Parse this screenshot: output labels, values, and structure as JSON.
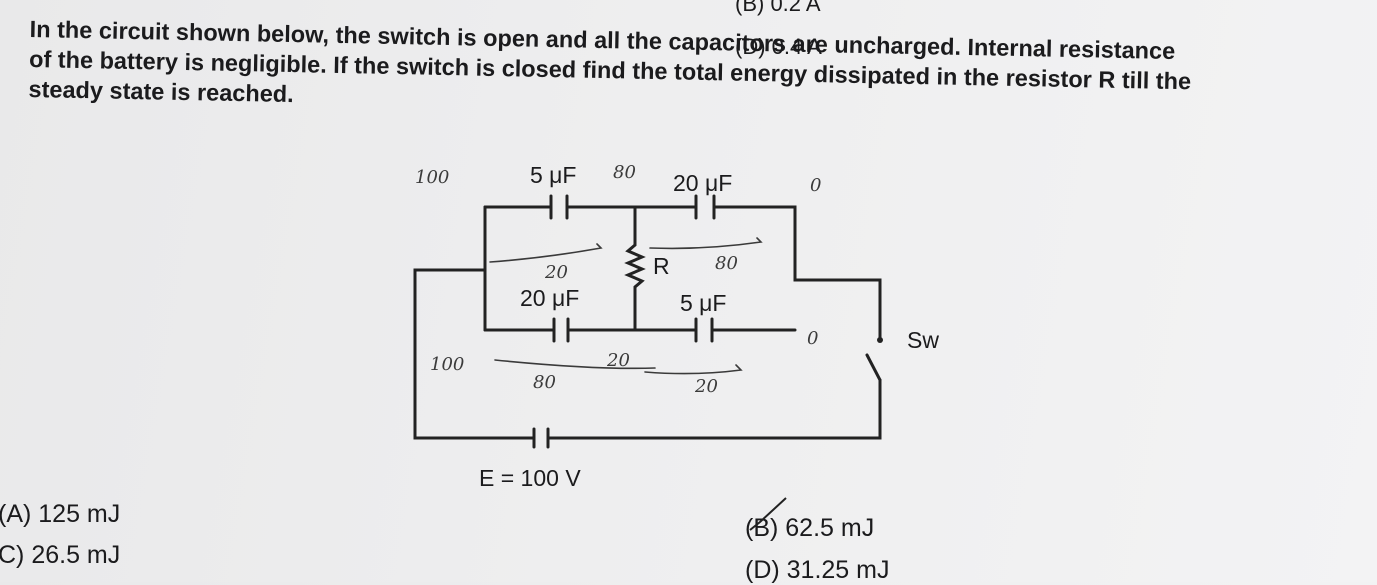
{
  "top_options": {
    "b": "(B) 0.2 A",
    "d": "(D) 0.4 A"
  },
  "question": {
    "line1": "In the circuit shown below, the switch is open and all the capacitors are uncharged. Internal resistance",
    "line2": "of the battery is negligible. If the switch is closed find the total energy dissipated in the resistor R till the",
    "line3": "steady state is reached."
  },
  "circuit": {
    "cap_top_left": "5 μF",
    "cap_top_right": "20 μF",
    "cap_mid_left": "20 μF",
    "cap_mid_right": "5 μF",
    "resistor": "R",
    "battery": "E = 100 V",
    "switch": "Sw"
  },
  "handwriting": {
    "n1": "100",
    "n2": "100",
    "n3": "80",
    "n4": "20",
    "n5": "20",
    "n6": "80",
    "n7": "80",
    "n8": "20",
    "n9": "0",
    "n10": "0"
  },
  "answers": {
    "a": "(A) 125 mJ",
    "b": "(B) 62.5 mJ",
    "c": "C) 26.5 mJ",
    "d": "(D) 31.25 mJ"
  }
}
